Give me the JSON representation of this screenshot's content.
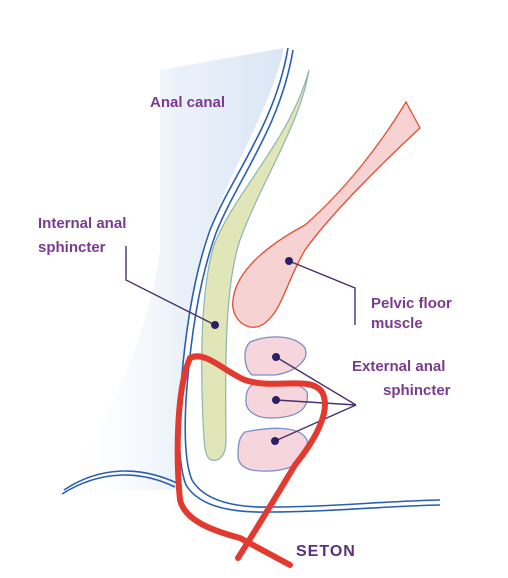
{
  "labels": {
    "anal_canal": "Anal canal",
    "internal_line1": "Internal anal",
    "internal_line2": "sphincter",
    "pelvic_line1": "Pelvic floor",
    "pelvic_line2": "muscle",
    "external_line1": "External anal",
    "external_line2": "sphincter",
    "seton": "SETON"
  },
  "colors": {
    "label_text": "#7a3b8f",
    "seton_label": "#5a2f7a",
    "mucosa_line": "#2a5fb0",
    "shading": "#dde8f6",
    "internal_fill": "#e1e6b8",
    "internal_stroke": "#8eb4b0",
    "pelvic_fill": "#f7d2d2",
    "pelvic_stroke": "#e0502e",
    "external_fill": "#f6d5dc",
    "external_stroke": "#7b8fc8",
    "seton_line": "#e23a2f",
    "leader_line": "#4a2f6b",
    "dot": "#2b1f66"
  }
}
